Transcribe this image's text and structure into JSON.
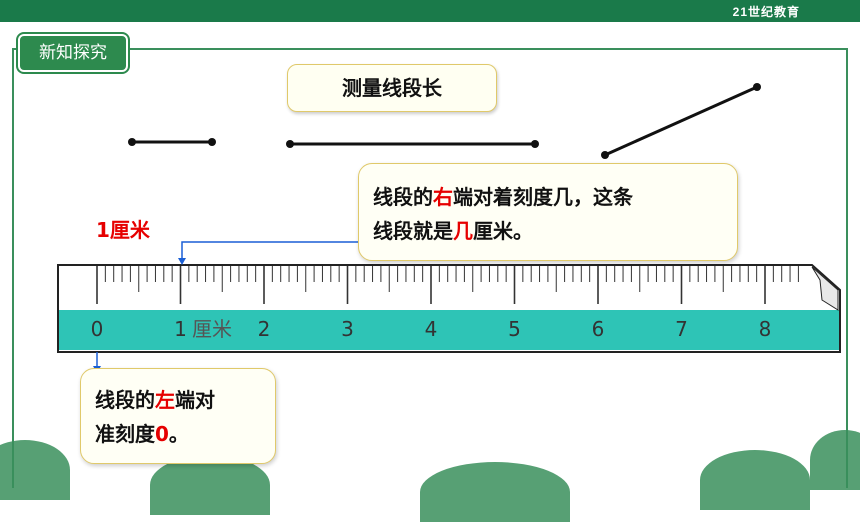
{
  "header": {
    "brand": "21世纪教育"
  },
  "section_tag": {
    "label": "新知探究"
  },
  "title": {
    "text": "测量线段长"
  },
  "callout_right": {
    "line1_before": "线段的",
    "line1_highlight": "右",
    "line1_after": "端对着刻度几，这条",
    "line2_before": "线段就是",
    "line2_highlight": "几",
    "line2_after": "厘米。"
  },
  "callout_left": {
    "line1_before": "线段的",
    "line1_highlight": "左",
    "line1_after": "端对",
    "line2_before": "准刻度",
    "line2_highlight": "0",
    "line2_after": "。"
  },
  "cm_label": "1厘米",
  "ruler": {
    "numbers": [
      "0",
      "1",
      "2",
      "3",
      "4",
      "5",
      "6",
      "7",
      "8"
    ],
    "unit": "厘米"
  },
  "colors": {
    "accent_green": "#2d8a4e",
    "highlight_red": "#e60000",
    "ruler_band": "#2ec4b6",
    "pointer_blue": "#1a5fd6"
  }
}
